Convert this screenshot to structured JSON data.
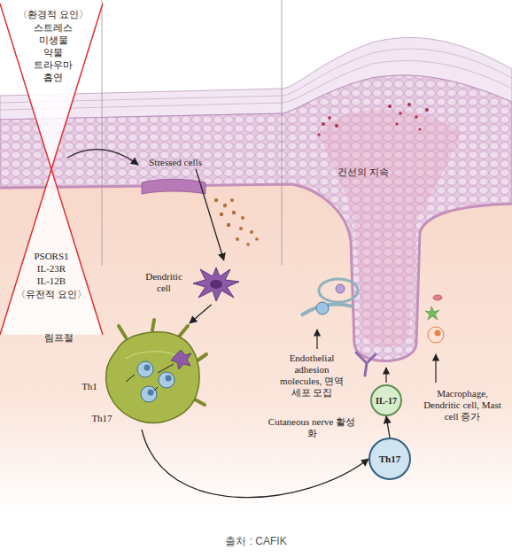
{
  "diagram": {
    "caption": "출처 : CAFIK",
    "nodes": [
      {
        "text": [
          "Stressed cells"
        ]
      },
      {
        "text": [
          "Dendritic cell"
        ]
      },
      {
        "text": [
          "림프절"
        ]
      },
      {
        "text": [
          "IL-17"
        ]
      },
      {
        "text": [
          "Th17"
        ]
      }
    ],
    "edges": [
      {
        "from": 0,
        "to": 1,
        "arrow": "to"
      },
      {
        "from": 1,
        "to": 2,
        "arrow": "to"
      },
      {
        "from": 2,
        "to": 4,
        "arrow": "to"
      },
      {
        "from": 4,
        "to": 3,
        "arrow": "to"
      }
    ],
    "labels": [
      "〈환경적 요인〉",
      "스트레스",
      "미생물",
      "약물",
      "트라우마",
      "흡연",
      "PSORS1",
      "IL-23R",
      "IL-12B",
      "〈유전적 요인〉",
      "Th1",
      "Th17",
      "건선의 지속",
      "Endothelial adhesion molecules, 면역세포 모집",
      "Cutaneous nerve 활성화",
      "Macrophage, Dendritic cell, Mast cell 증가"
    ]
  }
}
